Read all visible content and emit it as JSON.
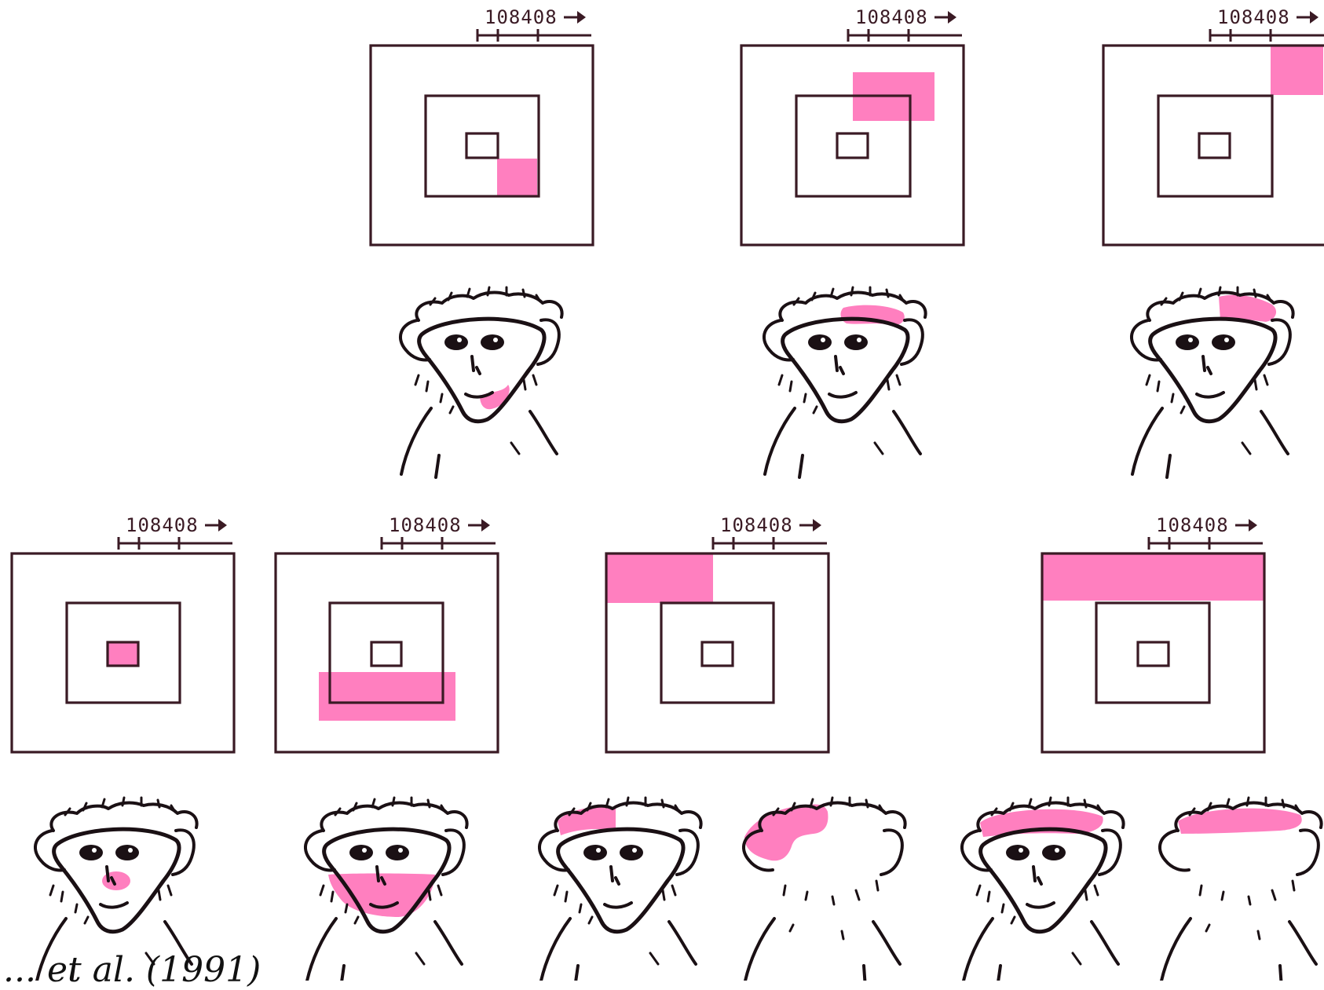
{
  "panels": [
    {
      "id": "top-1",
      "scale_label": "108408",
      "highlight": "center-lower-right",
      "face": "front",
      "face_highlight": "chin"
    },
    {
      "id": "top-2",
      "scale_label": "108408",
      "highlight": "top-right-over-middle",
      "face": "front",
      "face_highlight": "forehead"
    },
    {
      "id": "top-3",
      "scale_label": "108408",
      "highlight": "outer-top-right-corner",
      "face": "front",
      "face_highlight": "crown-right"
    },
    {
      "id": "bottom-1",
      "scale_label": "108408",
      "highlight": "center",
      "face": "front",
      "face_highlight": "nose"
    },
    {
      "id": "bottom-2",
      "scale_label": "108408",
      "highlight": "lower-band",
      "face": "front",
      "face_highlight": "jaw"
    },
    {
      "id": "bottom-3",
      "scale_label": "108408",
      "highlight": "outer-top-left-corner",
      "face": "front",
      "face_highlight": "crown-left"
    },
    {
      "id": "bottom-4",
      "scale_label": "108408",
      "highlight": "outer-top-band",
      "face": "front",
      "face_highlight": "crown"
    }
  ],
  "extra_views": [
    {
      "id": "back-view-1",
      "face": "back",
      "face_highlight": "crown-left"
    },
    {
      "id": "back-view-2",
      "face": "back",
      "face_highlight": "crown"
    }
  ],
  "caption": "... et al. (1991)",
  "colors": {
    "highlight": "#ff7fbf",
    "ink": "#1a1014",
    "frame": "#3a1a24"
  }
}
